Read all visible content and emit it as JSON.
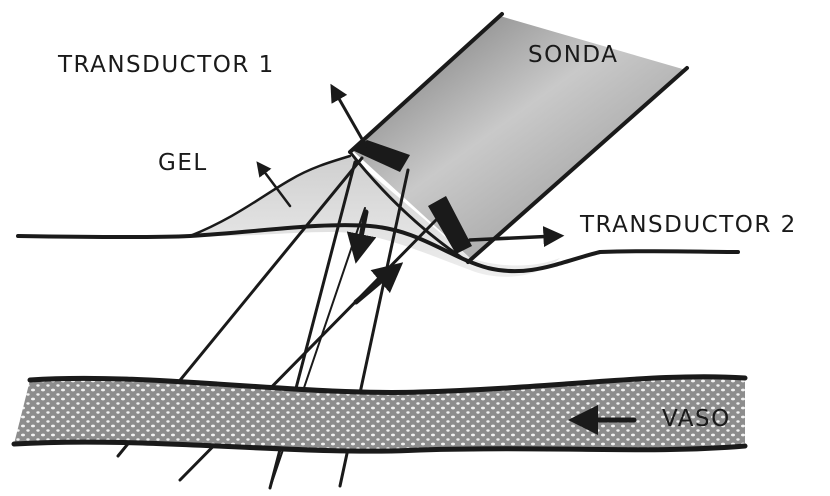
{
  "labels": {
    "transducer1": "TRANSDUCTOR 1",
    "probe": "SONDA",
    "gel": "GEL",
    "transducer2": "TRANSDUCTOR 2",
    "vessel": "VASO"
  },
  "colors": {
    "ink": "#1a1a1a",
    "probe_shade": "#9a9a9a",
    "gel_shade": "#d8d8d8",
    "vessel_fill": "#8a8a8a",
    "cell_dots": "#f5f5f5"
  }
}
